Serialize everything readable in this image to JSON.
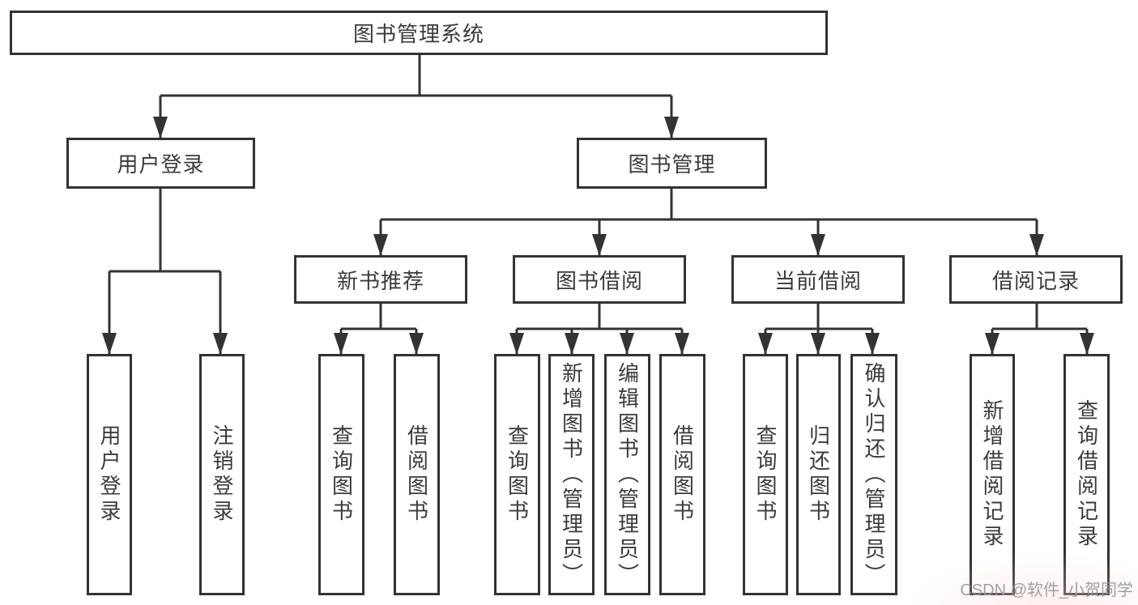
{
  "diagram_title": "图书管理系统",
  "tree": {
    "label": "图书管理系统",
    "children": [
      {
        "label": "用户登录",
        "children": [
          {
            "label": "用户登录"
          },
          {
            "label": "注销登录"
          }
        ]
      },
      {
        "label": "图书管理",
        "children": [
          {
            "label": "新书推荐",
            "children": [
              {
                "label": "查询图书"
              },
              {
                "label": "借阅图书"
              }
            ]
          },
          {
            "label": "图书借阅",
            "children": [
              {
                "label": "查询图书"
              },
              {
                "label": "新增图书（管理员）"
              },
              {
                "label": "编辑图书（管理员）"
              },
              {
                "label": "借阅图书"
              }
            ]
          },
          {
            "label": "当前借阅",
            "children": [
              {
                "label": "查询图书"
              },
              {
                "label": "归还图书"
              },
              {
                "label": "确认归还（管理员）"
              }
            ]
          },
          {
            "label": "借阅记录",
            "children": [
              {
                "label": "新增借阅记录"
              },
              {
                "label": "查询借阅记录"
              }
            ]
          }
        ]
      }
    ]
  },
  "watermark": {
    "text": "CSDN @软件_小贺同学"
  },
  "colors": {
    "line": "#333333",
    "box_border": "#333333",
    "text": "#3b3b3b",
    "watermark_text": "#989898",
    "background": "#ffffff"
  }
}
